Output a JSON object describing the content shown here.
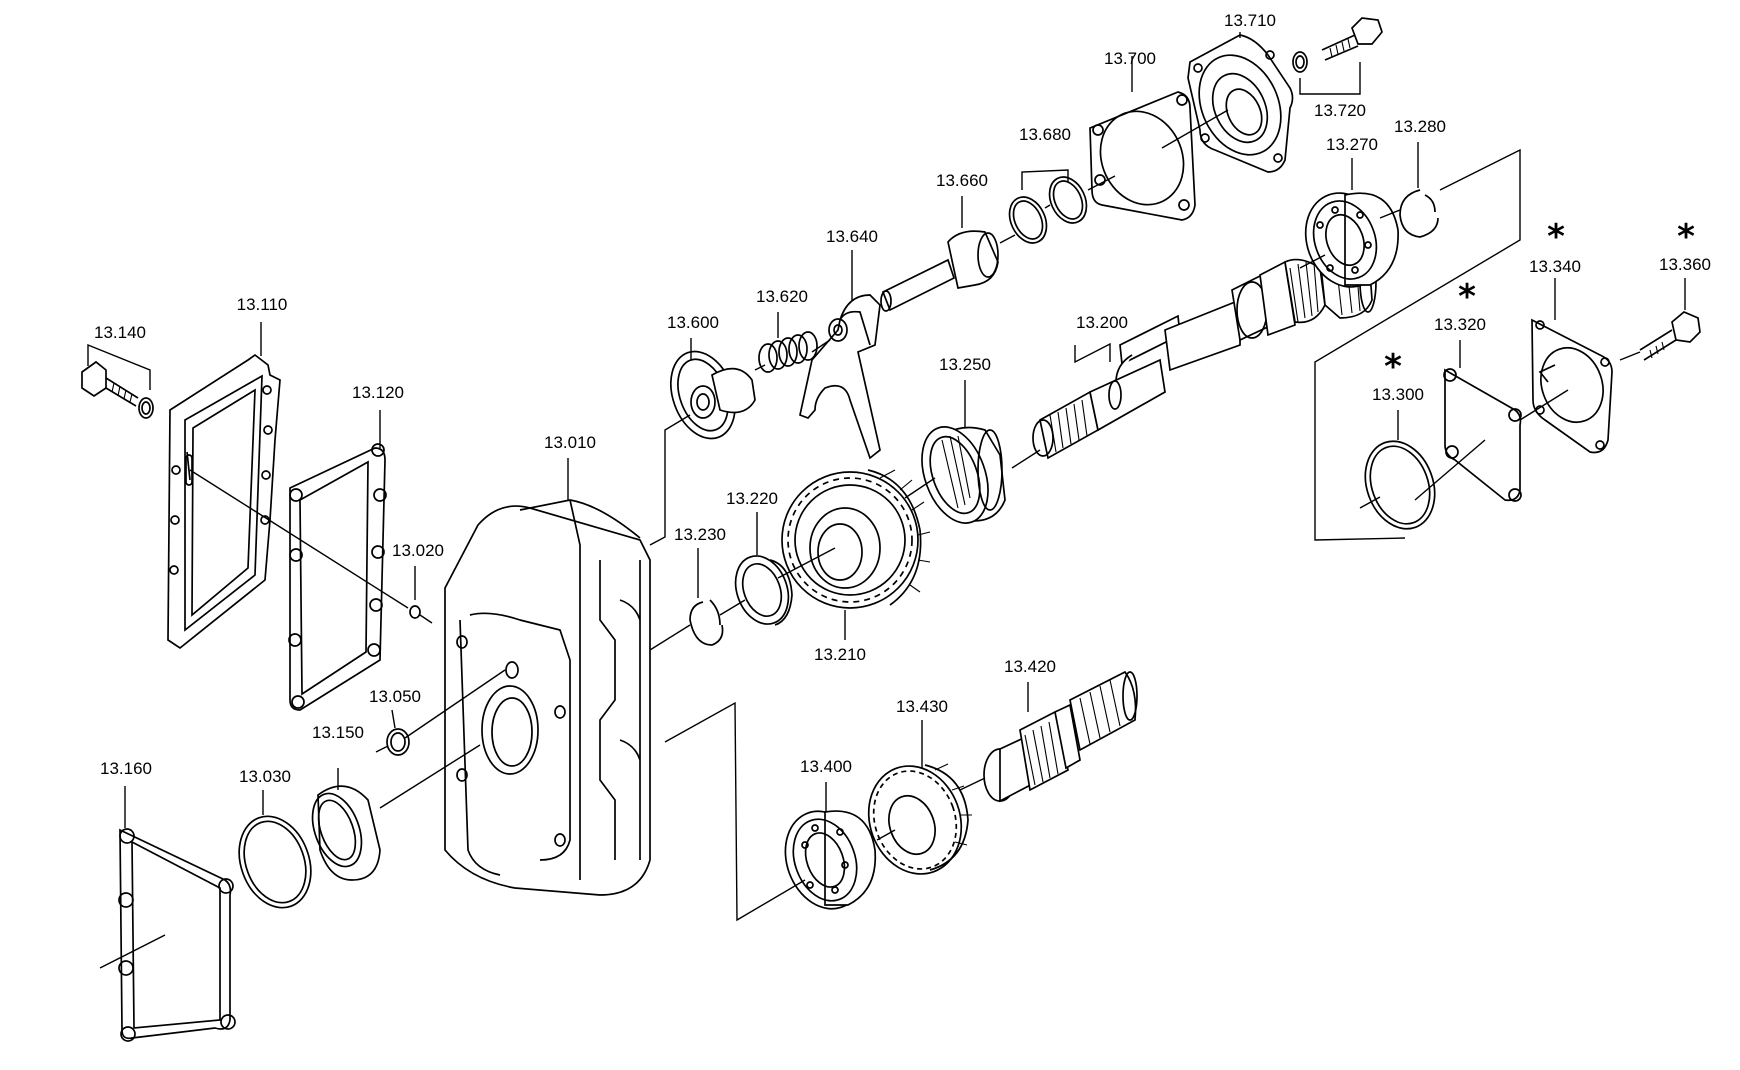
{
  "labels": {
    "p13010": "13.010",
    "p13020": "13.020",
    "p13030": "13.030",
    "p13050": "13.050",
    "p13110": "13.110",
    "p13120": "13.120",
    "p13140": "13.140",
    "p13150": "13.150",
    "p13160": "13.160",
    "p13200": "13.200",
    "p13210": "13.210",
    "p13220": "13.220",
    "p13230": "13.230",
    "p13250": "13.250",
    "p13270": "13.270",
    "p13280": "13.280",
    "p13300": "13.300",
    "p13320": "13.320",
    "p13340": "13.340",
    "p13360": "13.360",
    "p13400": "13.400",
    "p13420": "13.420",
    "p13430": "13.430",
    "p13600": "13.600",
    "p13620": "13.620",
    "p13640": "13.640",
    "p13660": "13.660",
    "p13680": "13.680",
    "p13700": "13.700",
    "p13710": "13.710",
    "p13720": "13.720"
  },
  "marks": {
    "star": "*"
  }
}
